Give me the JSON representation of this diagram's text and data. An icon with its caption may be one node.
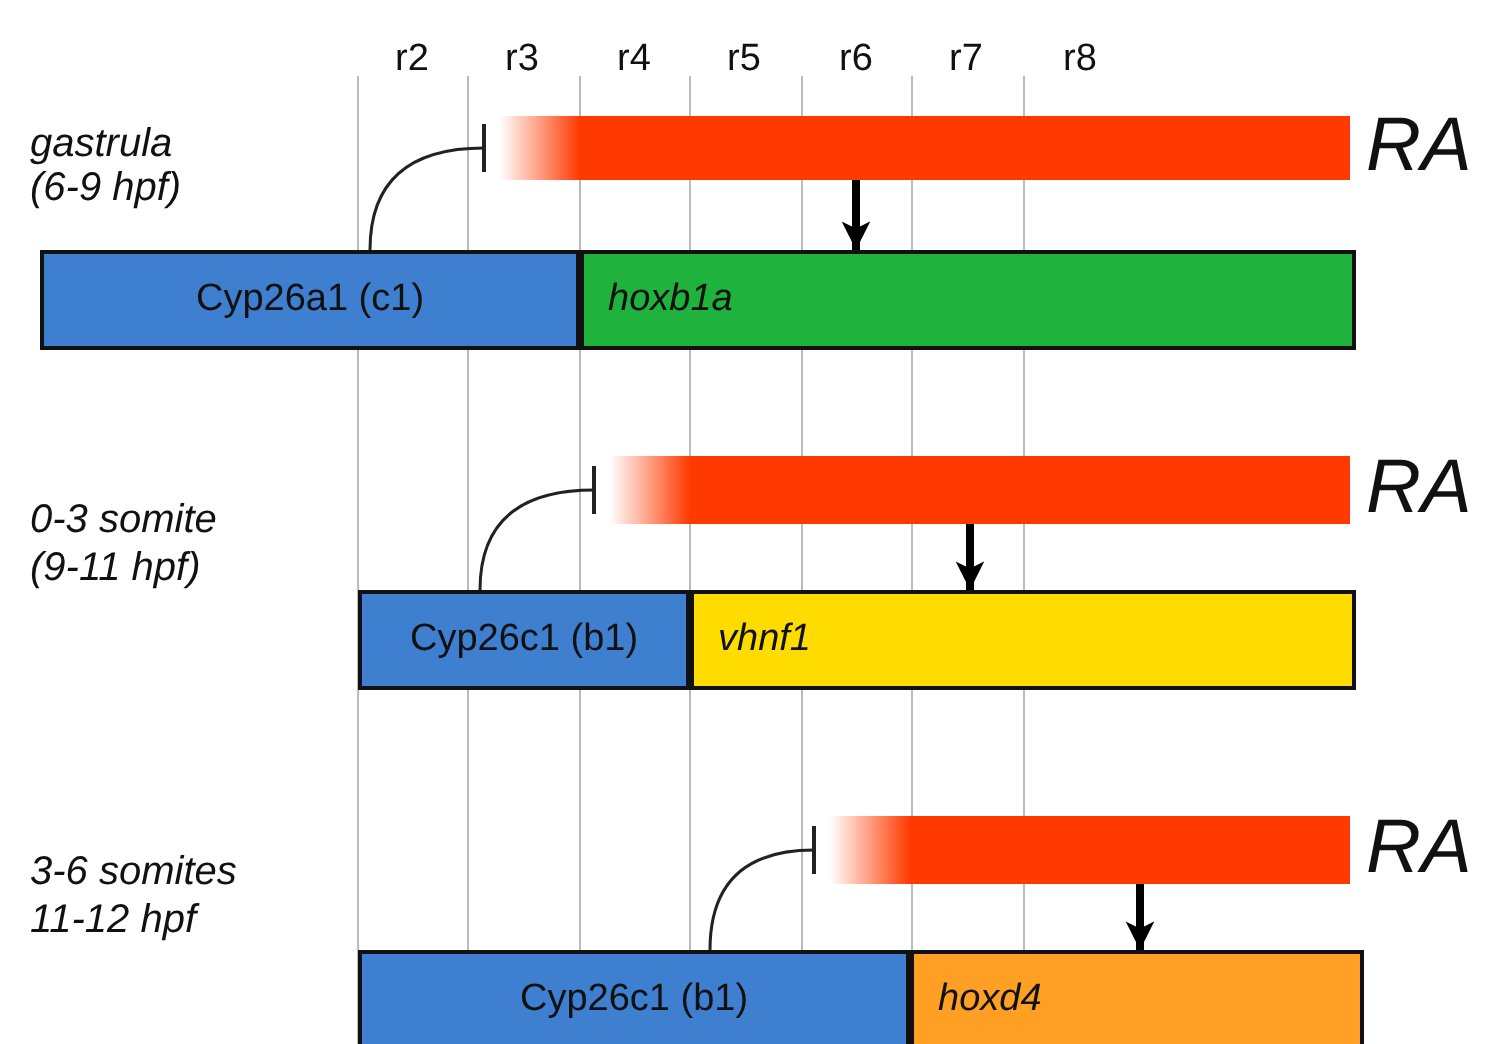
{
  "diagram": {
    "nodes": [
      {
        "text": [],
        "shape": "bar",
        "beside": [
          "RA"
        ]
      },
      {
        "text": [
          "Cyp26a1 (c1)"
        ]
      },
      {
        "text": [
          "hoxb1a"
        ]
      },
      {
        "text": [],
        "shape": "bar",
        "beside": [
          "RA"
        ]
      },
      {
        "text": [
          "Cyp26c1 (b1)"
        ]
      },
      {
        "text": [
          "vhnf1"
        ]
      },
      {
        "text": [],
        "shape": "bar",
        "beside": [
          "RA"
        ]
      },
      {
        "text": [
          "Cyp26c1 (b1)"
        ]
      },
      {
        "text": [
          "hoxd4"
        ]
      }
    ],
    "edges": [
      {
        "from": 1,
        "to": 0,
        "arrow": "other"
      },
      {
        "from": 0,
        "to": 2,
        "arrow": "to",
        "style": "thick"
      },
      {
        "from": 4,
        "to": 3,
        "arrow": "other"
      },
      {
        "from": 3,
        "to": 5,
        "arrow": "to",
        "style": "thick"
      },
      {
        "from": 7,
        "to": 6,
        "arrow": "other"
      },
      {
        "from": 6,
        "to": 8,
        "arrow": "to",
        "style": "thick"
      }
    ],
    "labels": [
      "r2",
      "r3",
      "r4",
      "r5",
      "r6",
      "r7",
      "r8",
      "gastrula",
      "(6-9 hpf)",
      "0-3 somite",
      "(9-11 hpf)",
      "3-6 somites",
      "11-12 hpf"
    ]
  }
}
